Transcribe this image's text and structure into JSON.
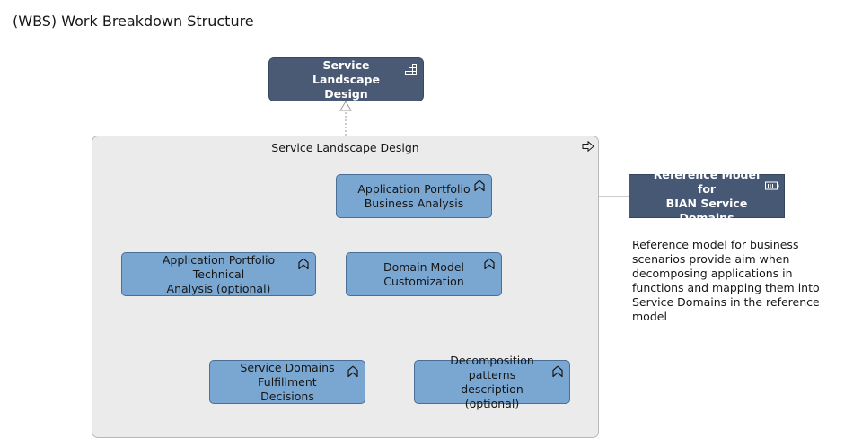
{
  "page": {
    "title": "(WBS) Work Breakdown Structure"
  },
  "diagram": {
    "top_node": {
      "label": "Service Landscape Design",
      "icon": "deliverable-grid-icon"
    },
    "group": {
      "label": "Service Landscape Design",
      "icon": "arrow-right-outline-icon"
    },
    "nodes": {
      "app_portfolio_business": {
        "label": "Application Portfolio\nBusiness Analysis",
        "icon": "business-function-icon"
      },
      "app_portfolio_technical": {
        "label": "Application Portfolio Technical\nAnalysis (optional)",
        "icon": "business-function-icon"
      },
      "domain_model": {
        "label": "Domain Model\nCustomization",
        "icon": "business-function-icon"
      },
      "service_domains": {
        "label": "Service Domains\nFulfillment Decisions",
        "icon": "business-function-icon"
      },
      "decomposition": {
        "label": "Decomposition patterns\ndescription (optional)",
        "icon": "business-function-icon"
      }
    },
    "reference_model": {
      "label": "Reference Model for\nBIAN Service Domains",
      "icon": "component-icon"
    },
    "note": "Reference model for business scenarios provide aim when decomposing applications in functions and mapping them into Service Domains in the reference model"
  },
  "colors": {
    "top_node": "#4a5a75",
    "reference_model": "#475875",
    "process_node": "#7aa7d2",
    "group_fill": "#ebebeb",
    "connector": "#9a9a9a"
  }
}
